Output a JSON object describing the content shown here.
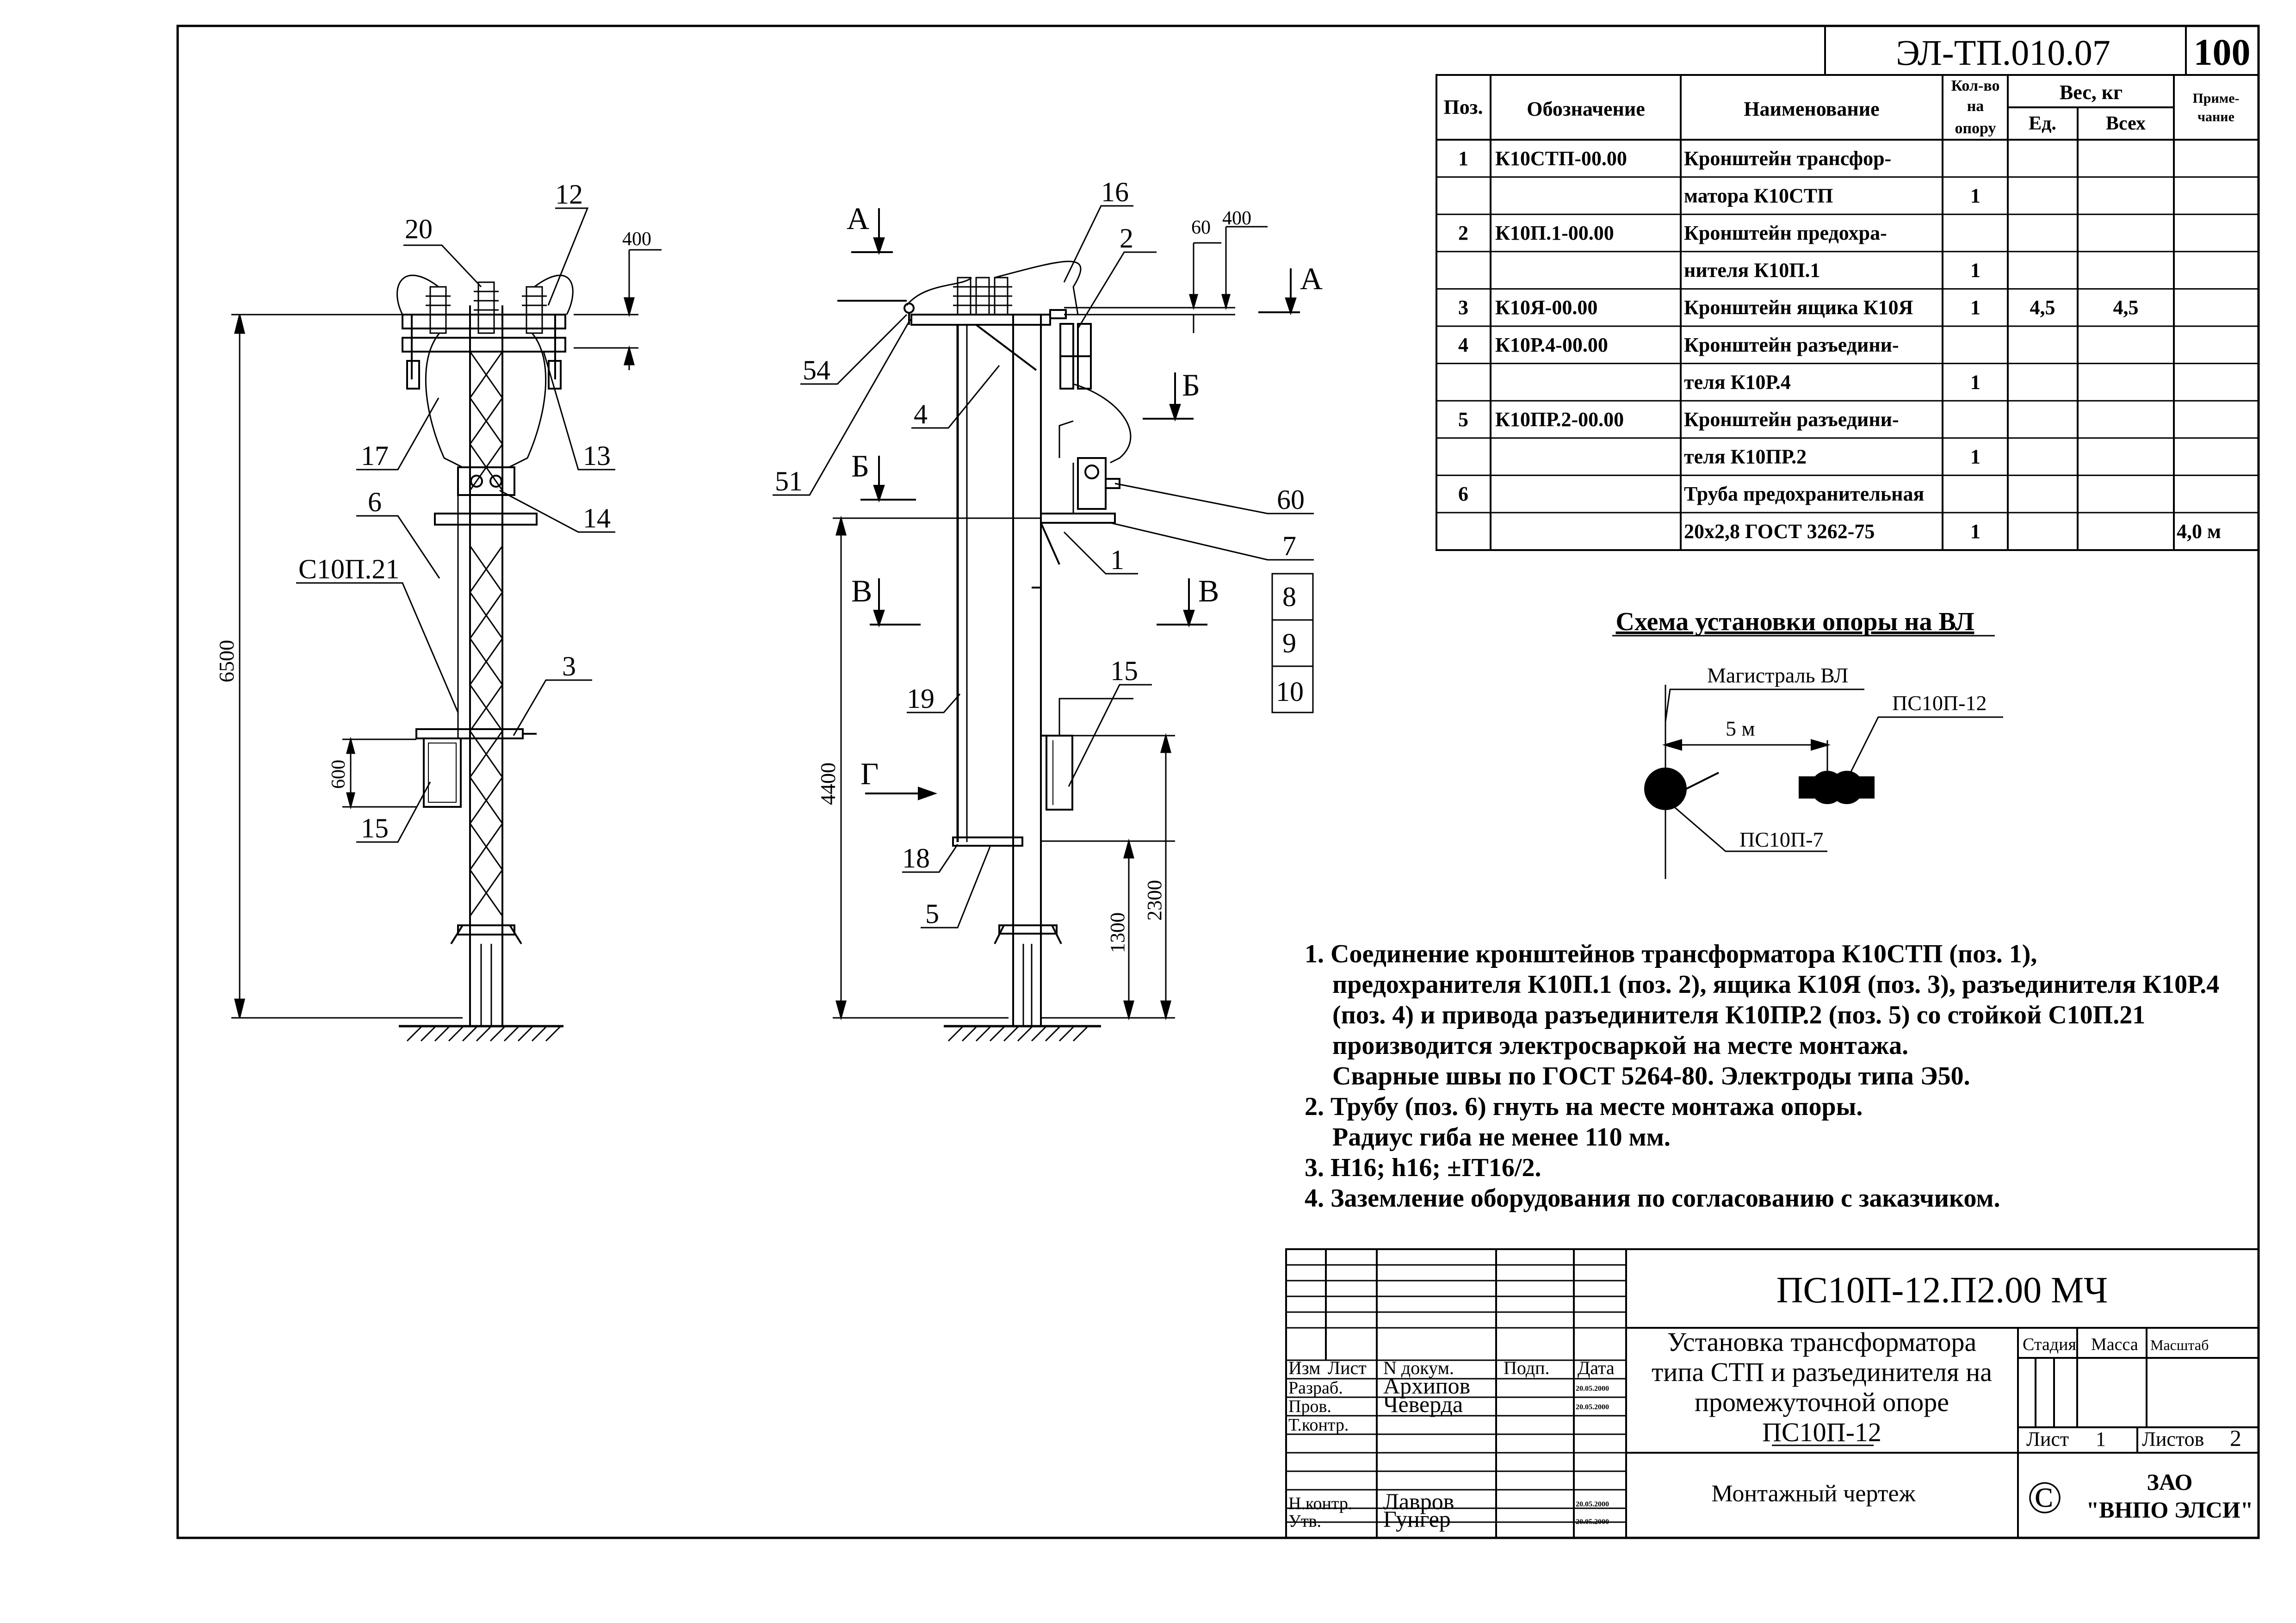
{
  "header": {
    "code": "ЭЛ-ТП.010.07",
    "page": "100"
  },
  "spec": {
    "headers": {
      "pos": "Поз.",
      "designation": "Обозначение",
      "name": "Наименование",
      "qty_lines": [
        "Кол-во",
        "на",
        "опору"
      ],
      "weight": "Вес, кг",
      "weight_unit": "Ед.",
      "weight_total": "Всех",
      "note_lines": [
        "Приме-",
        "чание"
      ]
    },
    "rows": [
      {
        "pos": "1",
        "des": "К10СТП-00.00",
        "name": "Кронштейн трансфор-",
        "qty": "",
        "wu": "",
        "wt": "",
        "note": ""
      },
      {
        "pos": "",
        "des": "",
        "name": "матора К10СТП",
        "qty": "1",
        "wu": "",
        "wt": "",
        "note": ""
      },
      {
        "pos": "2",
        "des": "К10П.1-00.00",
        "name": "Кронштейн предохра-",
        "qty": "",
        "wu": "",
        "wt": "",
        "note": ""
      },
      {
        "pos": "",
        "des": "",
        "name": "нителя К10П.1",
        "qty": "1",
        "wu": "",
        "wt": "",
        "note": ""
      },
      {
        "pos": "3",
        "des": "К10Я-00.00",
        "name": "Кронштейн ящика К10Я",
        "qty": "1",
        "wu": "4,5",
        "wt": "4,5",
        "note": ""
      },
      {
        "pos": "4",
        "des": "К10Р.4-00.00",
        "name": "Кронштейн разъедини-",
        "qty": "",
        "wu": "",
        "wt": "",
        "note": ""
      },
      {
        "pos": "",
        "des": "",
        "name": "теля К10Р.4",
        "qty": "1",
        "wu": "",
        "wt": "",
        "note": ""
      },
      {
        "pos": "5",
        "des": "К10ПР.2-00.00",
        "name": "Кронштейн разъедини-",
        "qty": "",
        "wu": "",
        "wt": "",
        "note": ""
      },
      {
        "pos": "",
        "des": "",
        "name": "теля К10ПР.2",
        "qty": "1",
        "wu": "",
        "wt": "",
        "note": ""
      },
      {
        "pos": "6",
        "des": "",
        "name": "Труба предохранительная",
        "qty": "",
        "wu": "",
        "wt": "",
        "note": ""
      },
      {
        "pos": "",
        "des": "",
        "name": "20х2,8 ГОСТ 3262-75",
        "qty": "1",
        "wu": "",
        "wt": "",
        "note": "4,0 м"
      }
    ]
  },
  "scheme": {
    "title": "Схема установки опоры на ВЛ",
    "main_line": "Магистраль ВЛ",
    "distance": "5 м",
    "pole_right": "ПС10П-12",
    "pole_left": "ПС10П-7"
  },
  "notes": [
    "1. Соединение кронштейнов трансформатора К10СТП (поз. 1),",
    "предохранителя  К10П.1 (поз. 2), ящика К10Я (поз. 3), разъединителя К10Р.4",
    "(поз. 4) и привода разъединителя К10ПР.2 (поз. 5) со стойкой С10П.21",
    "производится электросваркой на месте монтажа.",
    "Сварные швы по ГОСТ 5264-80. Электроды типа Э50.",
    "2. Трубу (поз. 6) гнуть на месте монтажа опоры.",
    "Радиус гиба не менее 110 мм.",
    "3. Н16; h16; ±IT16/2.",
    "4. Заземление оборудования по согласованию с заказчиком."
  ],
  "left_view": {
    "callouts": [
      "20",
      "12",
      "17",
      "13",
      "14",
      "6",
      "С10П.21",
      "3",
      "15"
    ],
    "dims": {
      "top": "400",
      "height": "6500",
      "box": "600"
    }
  },
  "right_view": {
    "callouts": [
      "16",
      "2",
      "54",
      "4",
      "51",
      "60",
      "7",
      "8",
      "9",
      "10",
      "1",
      "19",
      "15",
      "18",
      "5"
    ],
    "sections": {
      "a": "А",
      "b": "Б",
      "v": "В",
      "g": "Г"
    },
    "dims": {
      "d60": "60",
      "d400": "400",
      "d4400": "4400",
      "d1300": "1300",
      "d2300": "2300"
    }
  },
  "title_block": {
    "doc_number": "ПС10П-12.П2.00 МЧ",
    "title_lines": [
      "Установка трансформатора",
      "типа СТП и разъединителя на",
      "промежуточной опоре",
      "ПС10П-12"
    ],
    "drawing_type": "Монтажный чертеж",
    "col_headers": {
      "izm": "Изм",
      "list": "Лист",
      "ndoc": "N докум.",
      "podp": "Подп.",
      "data": "Дата"
    },
    "roles": [
      {
        "role": "Разраб.",
        "name": "Архипов",
        "date": "20.05.2000"
      },
      {
        "role": "Пров.",
        "name": "Чеверда",
        "date": "20.05.2000"
      },
      {
        "role": "Т.контр.",
        "name": "",
        "date": ""
      },
      {
        "role": "",
        "name": "",
        "date": ""
      },
      {
        "role": "Н.контр.",
        "name": "Лавров",
        "date": "20.05.2000"
      },
      {
        "role": "Утв.",
        "name": "Гунгер",
        "date": "20.05.2000"
      }
    ],
    "stage": "Стадия",
    "mass": "Масса",
    "scale": "Масштаб",
    "sheet_label": "Лист",
    "sheet": "1",
    "sheets_label": "Листов",
    "sheets": "2",
    "copyright": "©",
    "company_1": "ЗАО",
    "company_2": "\"ВНПО ЭЛСИ\""
  }
}
